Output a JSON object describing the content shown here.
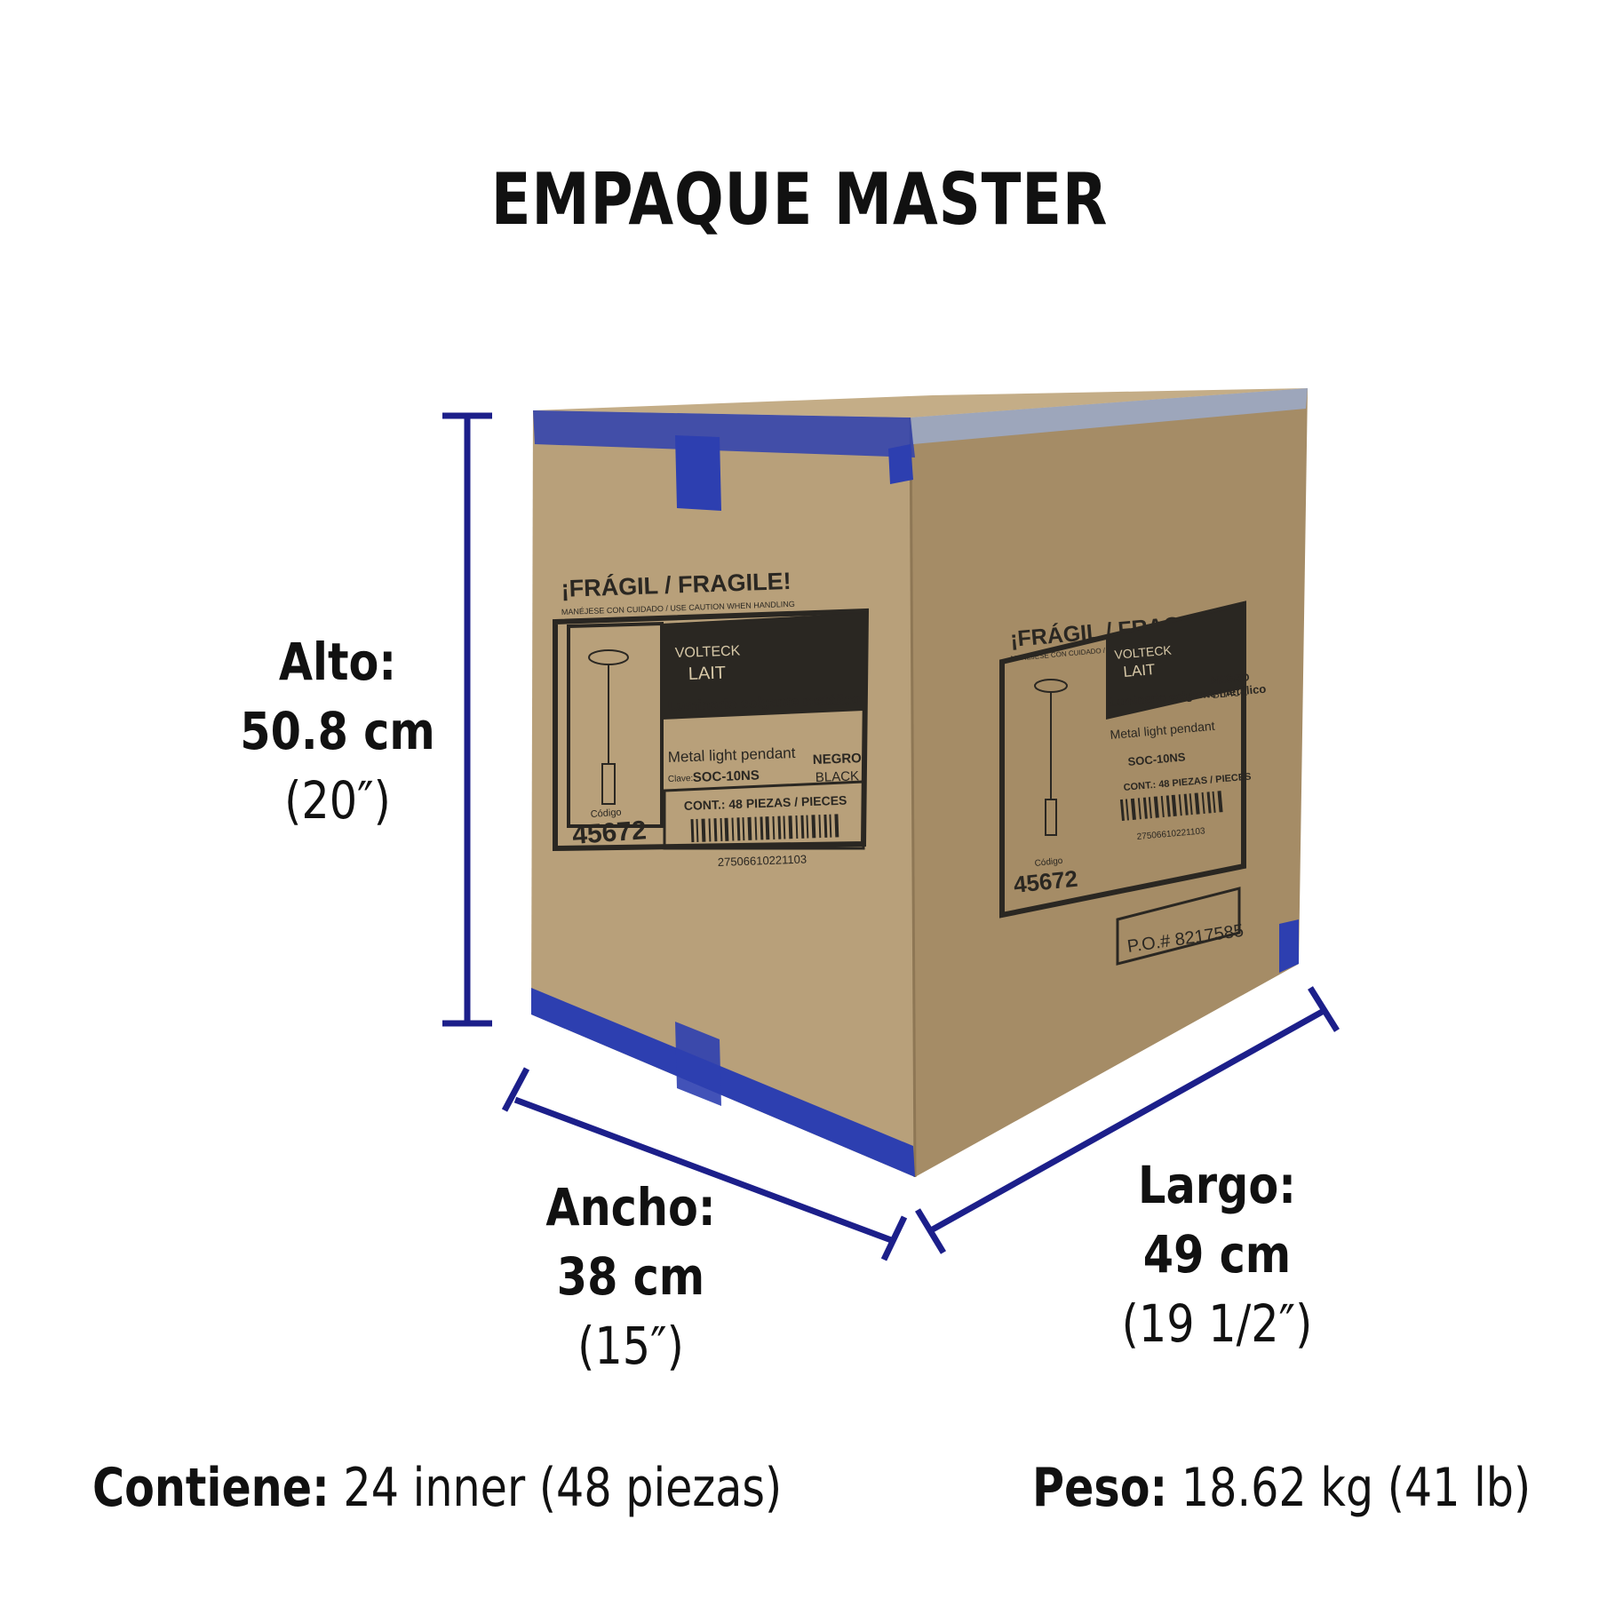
{
  "title": "EMPAQUE MASTER",
  "dimensions": {
    "height": {
      "label": "Alto:",
      "metric": "50.8 cm",
      "imperial": "(20″)"
    },
    "width": {
      "label": "Ancho:",
      "metric": "38 cm",
      "imperial": "(15″)"
    },
    "length": {
      "label": "Largo:",
      "metric": "49 cm",
      "imperial": "(19 1/2″)"
    }
  },
  "contents": {
    "label": "Contiene:",
    "value": "24 inner (48 piezas)"
  },
  "weight": {
    "label": "Peso:",
    "value": "18.62 kg (41 lb)"
  },
  "box_label": {
    "fragile": "¡FRÁGIL / FRAGILE!",
    "handling": "MANÉJESE CON CUIDADO / USE CAUTION WHEN HANDLING",
    "brand": "VOLTECK",
    "line": "LAIT",
    "product_es": "Luminario colgante metálico",
    "product_en": "Metal light pendant",
    "color_es": "NEGRO",
    "color_en": "BLACK",
    "clave_label": "Clave:",
    "clave": "SOC-10NS",
    "codigo_label": "Código",
    "codigo": "45672",
    "contents": "CONT.: 48 PIEZAS / PIECES",
    "barcode_number": "27506610221103",
    "po": "P.O.# 8217585"
  },
  "colors": {
    "accent": "#1c1f8a",
    "cardboard_front": "#b8a07a",
    "cardboard_side": "#a58c66",
    "tape": "#2d3fb0"
  }
}
